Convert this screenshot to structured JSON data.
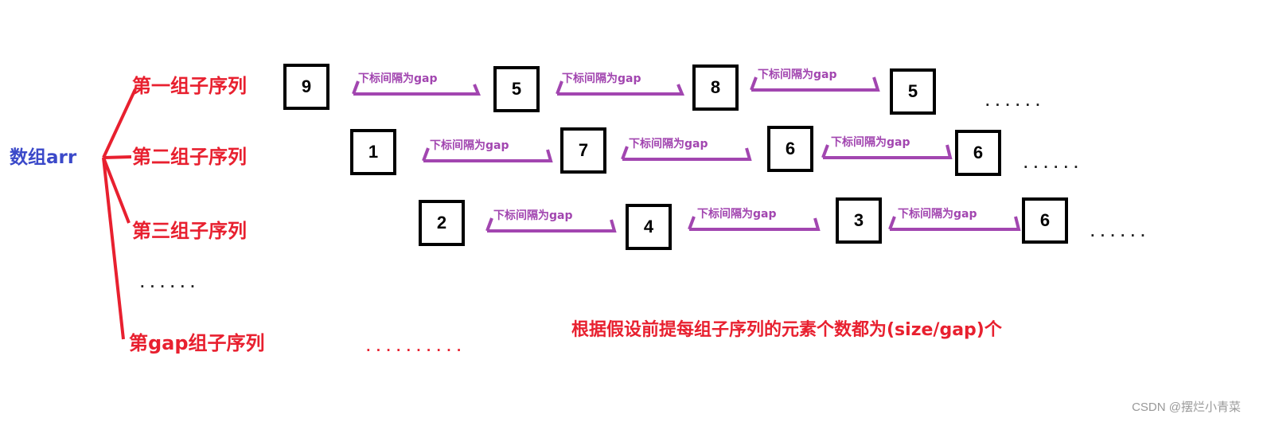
{
  "root_label": "数组arr",
  "groups": [
    {
      "label": "第一组子序列",
      "values": [
        "9",
        "5",
        "8",
        "5"
      ]
    },
    {
      "label": "第二组子序列",
      "values": [
        "1",
        "7",
        "6",
        "6"
      ]
    },
    {
      "label": "第三组子序列",
      "values": [
        "2",
        "4",
        "3",
        "6"
      ]
    }
  ],
  "last_group_label": "第gap组子序列",
  "arrow_label": "下标间隔为gap",
  "ellipsis_short": "......",
  "ellipsis_long": "..........",
  "note": "根据假设前提每组子序列的元素个数都为(size/gap)个",
  "watermark": "CSDN @摆烂小青菜",
  "colors": {
    "group_label": "#e8202f",
    "root_label": "#3b49c9",
    "arrow": "#a246b0",
    "box_border": "#000000"
  }
}
